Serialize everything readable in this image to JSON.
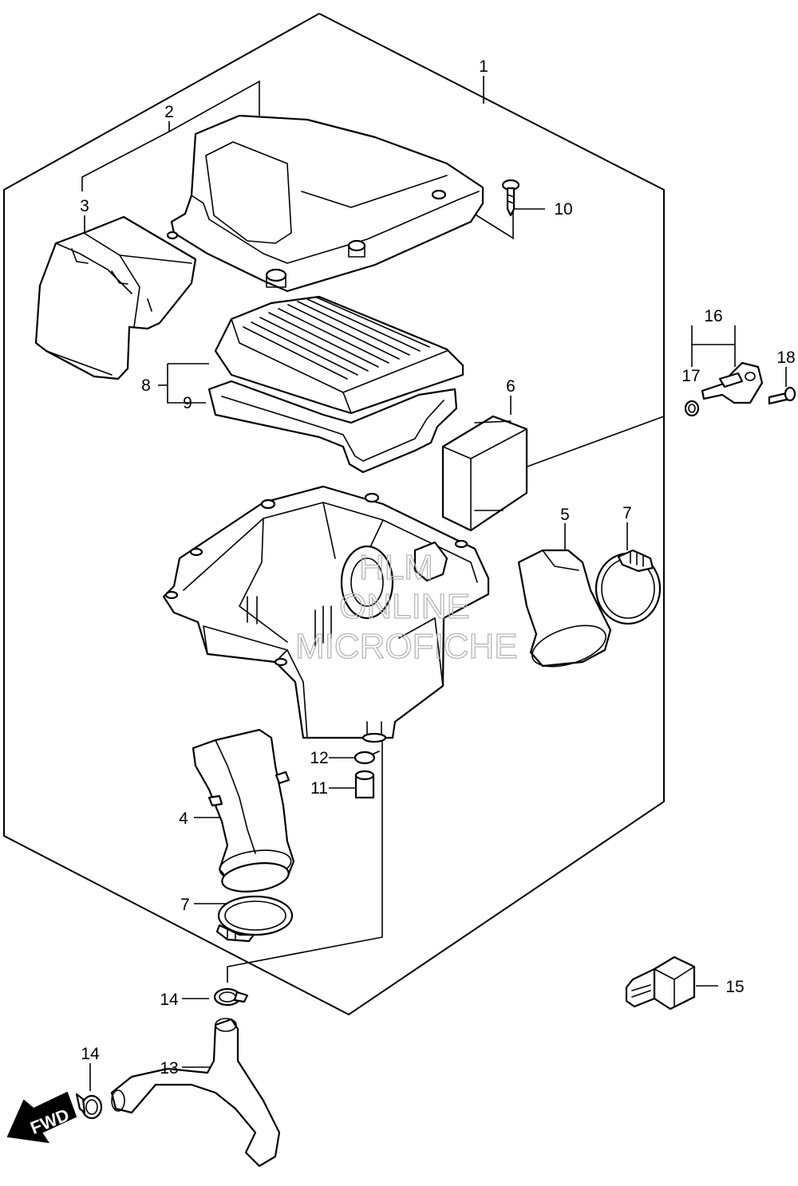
{
  "diagram": {
    "callouts": [
      {
        "id": "1",
        "label": "1"
      },
      {
        "id": "2",
        "label": "2"
      },
      {
        "id": "3",
        "label": "3"
      },
      {
        "id": "4",
        "label": "4"
      },
      {
        "id": "5",
        "label": "5"
      },
      {
        "id": "6",
        "label": "6"
      },
      {
        "id": "7a",
        "label": "7"
      },
      {
        "id": "7b",
        "label": "7"
      },
      {
        "id": "8",
        "label": "8"
      },
      {
        "id": "9",
        "label": "9"
      },
      {
        "id": "10",
        "label": "10"
      },
      {
        "id": "11",
        "label": "11"
      },
      {
        "id": "12",
        "label": "12"
      },
      {
        "id": "13",
        "label": "13"
      },
      {
        "id": "14a",
        "label": "14"
      },
      {
        "id": "14b",
        "label": "14"
      },
      {
        "id": "15",
        "label": "15"
      },
      {
        "id": "16",
        "label": "16"
      },
      {
        "id": "17",
        "label": "17"
      },
      {
        "id": "18",
        "label": "18"
      }
    ],
    "fwd_arrow": {
      "label": "FWD"
    },
    "watermark": {
      "line1": "HLM",
      "line2": "ONLINE",
      "line3": "MICROFICHE"
    }
  }
}
